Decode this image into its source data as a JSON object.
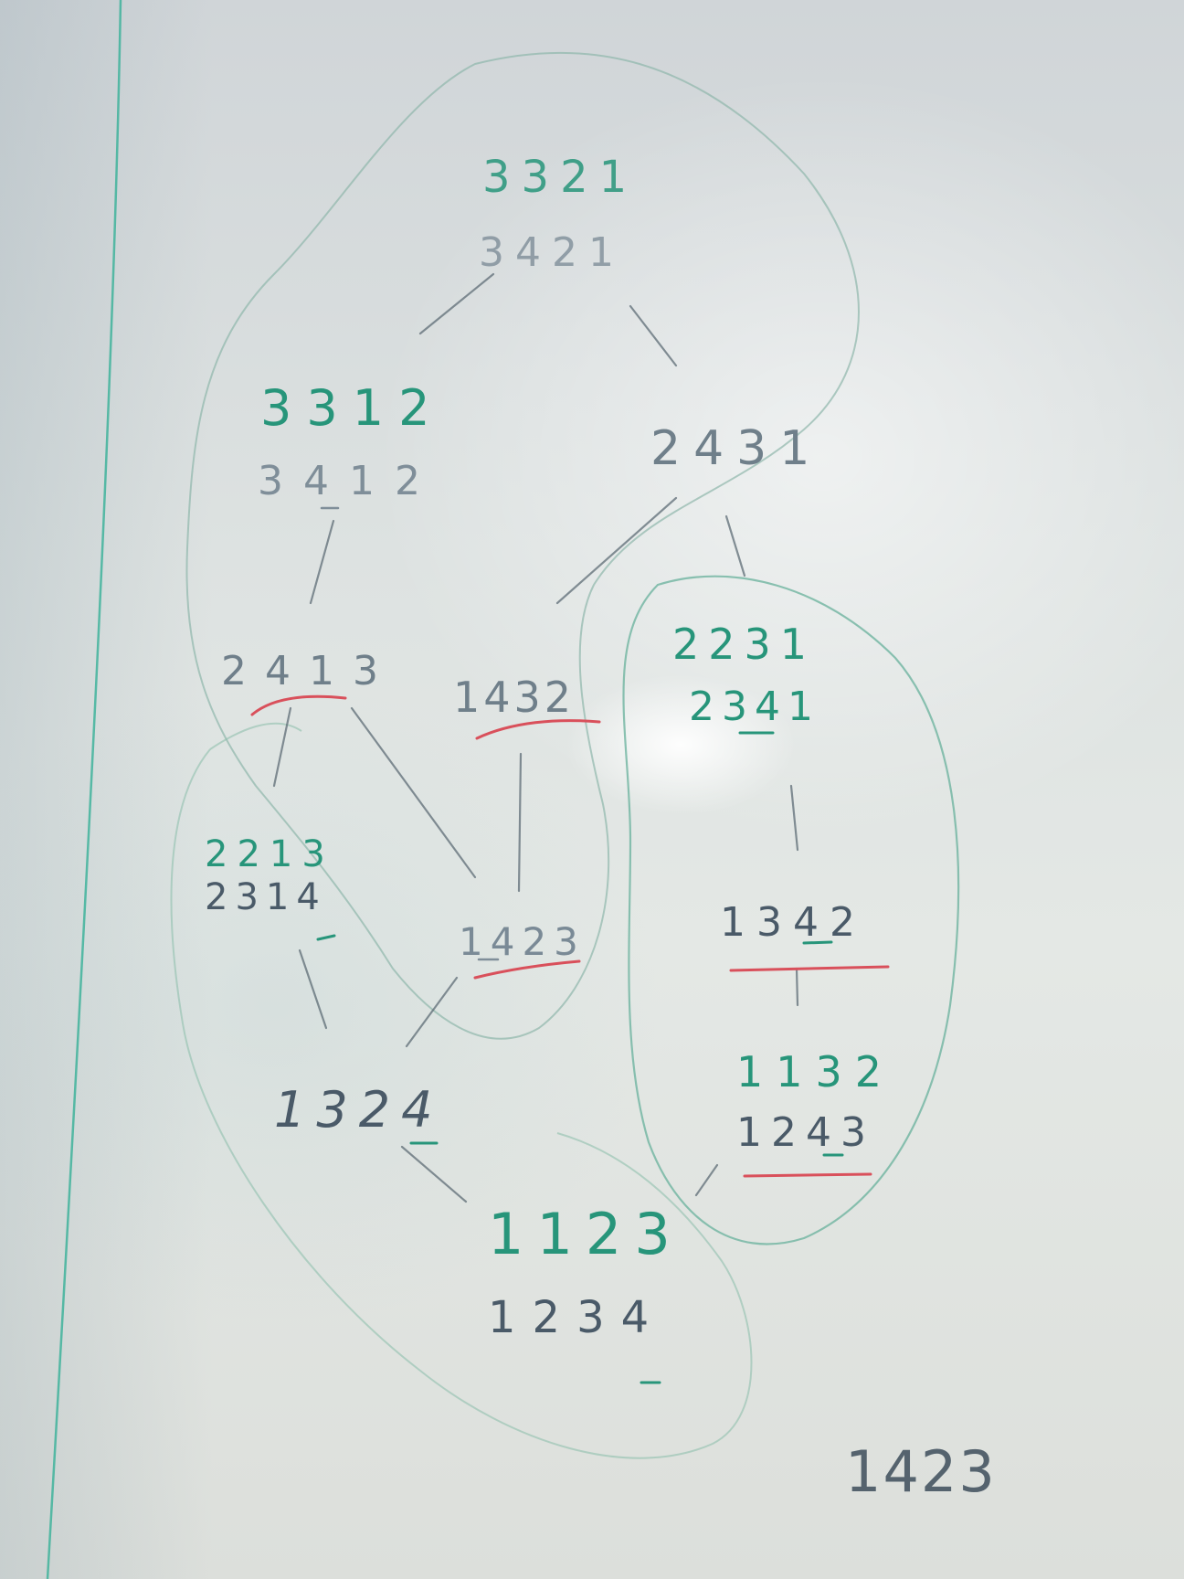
{
  "colors": {
    "green_ink": "#27957a",
    "dark_ink": "#4a5a68",
    "red_ink": "#d9505b",
    "loop_ink": "#6fb4a0",
    "board": "#e0e4e1"
  },
  "nodes": {
    "n3321": {
      "top": "3321",
      "bottom": "3421"
    },
    "n3312": {
      "top": "3312",
      "bottom": "3412"
    },
    "n2431": {
      "label": "2431"
    },
    "n2413": {
      "label": "2413"
    },
    "n1432": {
      "label": "1432"
    },
    "n2231": {
      "top": "2231",
      "bottom": "2341"
    },
    "n2213": {
      "top": "2213",
      "bottom": "2314"
    },
    "n1423": {
      "label": "1423"
    },
    "n1342": {
      "label": "1342"
    },
    "n1324": {
      "label": "1324"
    },
    "n1132": {
      "top": "1132",
      "bottom": "1243"
    },
    "n1123": {
      "top": "1123",
      "bottom": "1234"
    },
    "corner": {
      "label": "1423"
    }
  }
}
